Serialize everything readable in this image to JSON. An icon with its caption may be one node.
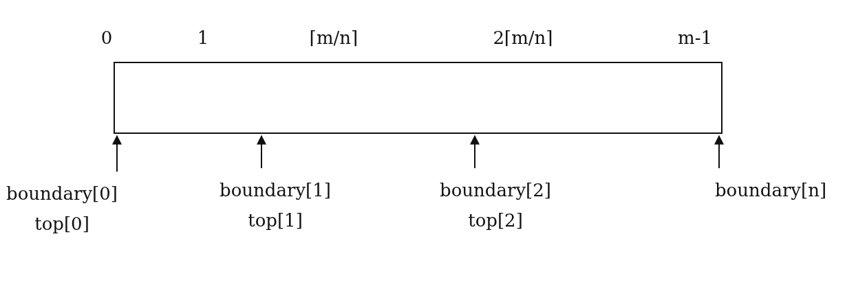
{
  "diagram": {
    "nodes": [
      {
        "text": [],
        "shape": "box"
      },
      {
        "text": [
          "boundary[0]",
          "top[0]"
        ]
      },
      {
        "text": [
          "boundary[1]",
          "top[1]"
        ]
      },
      {
        "text": [
          "boundary[2]",
          "top[2]"
        ]
      },
      {
        "text": [
          "boundary[n]"
        ]
      }
    ],
    "edges": [
      {
        "from": 1,
        "to": 0,
        "arrow": "to"
      },
      {
        "from": 2,
        "to": 0,
        "arrow": "to"
      },
      {
        "from": 3,
        "to": 0,
        "arrow": "to"
      },
      {
        "from": 4,
        "to": 0,
        "arrow": "to"
      }
    ],
    "labels": [
      "0",
      "1",
      "⌈m/n⌉",
      "2⌈m/n⌉",
      "m-1"
    ]
  }
}
